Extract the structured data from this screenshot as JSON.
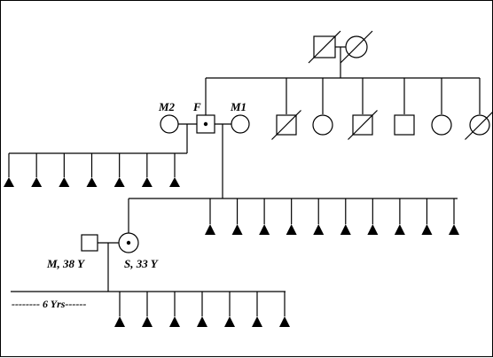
{
  "labels": {
    "m2": "M2",
    "f": "F",
    "m1": "M1",
    "husband": "M, 38 Y",
    "proband": "S, 33 Y",
    "interval": "-------- 6 Yrs------"
  },
  "colors": {
    "stroke": "#000000",
    "fill_affected": "#000000",
    "background": "#ffffff"
  },
  "grandparents": [
    {
      "sex": "male",
      "deceased": true
    },
    {
      "sex": "female",
      "deceased": true
    }
  ],
  "parents_siblings": [
    {
      "sex": "male",
      "deceased": true
    },
    {
      "sex": "female",
      "deceased": false
    },
    {
      "sex": "male",
      "deceased": true
    },
    {
      "sex": "male",
      "deceased": false
    },
    {
      "sex": "female",
      "deceased": false
    },
    {
      "sex": "female",
      "deceased": true
    }
  ],
  "counts": {
    "m2_pregnancy_losses": 7,
    "m1_pregnancy_losses": 10,
    "proband_pregnancy_losses": 7
  },
  "symbols": {
    "pregnancy_loss": "filled-triangle",
    "carrier_marker": "center-dot"
  }
}
